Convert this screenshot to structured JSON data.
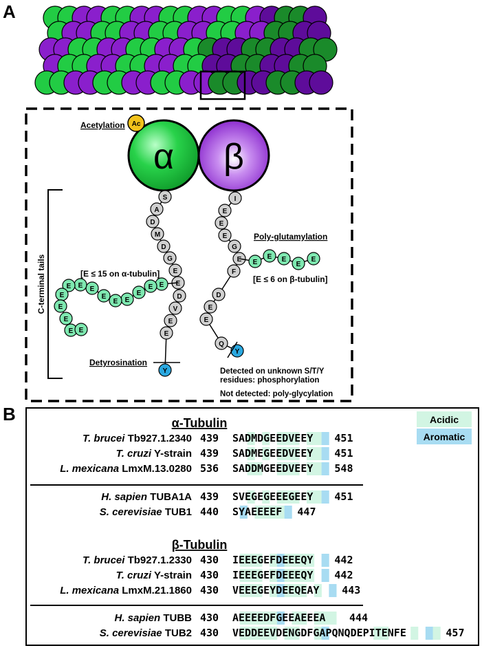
{
  "panel_a": {
    "label": "A",
    "acetylation": "Acetylation",
    "ac_badge": "Ac",
    "alpha_symbol": "α",
    "beta_symbol": "β",
    "c_terminal_tails": "C-terminal tails",
    "poly_glutamylation": "Poly-glutamylation",
    "e_alpha": "[E ≤ 15 on α-tubulin]",
    "e_beta": "[E ≤ 6 on β-tubulin]",
    "detyrosination": "Detyrosination",
    "phospho_line1": "Detected on unknown S/T/Y",
    "phospho_line2": "residues: phosphorylation",
    "not_detected": "Not detected: poly-glycylation",
    "alpha_tail": [
      "S",
      "A",
      "D",
      "M",
      "D",
      "G",
      "E",
      "E",
      "D",
      "V",
      "E",
      "E",
      "Y"
    ],
    "alpha_branch": [
      "E",
      "E",
      "E",
      "E",
      "E",
      "E",
      "E",
      "E",
      "E",
      "E",
      "E",
      "E",
      "E",
      "E",
      "E"
    ],
    "beta_tail": [
      "I",
      "E",
      "E",
      "E",
      "G",
      "E",
      "F",
      "D",
      "E",
      "E",
      "Q",
      "Y"
    ],
    "beta_branch": [
      "E",
      "E",
      "E",
      "E",
      "E",
      "E"
    ],
    "colors": {
      "alpha": "#22cc44",
      "beta": "#8a1fcc",
      "glu": "#7ee8b0",
      "tyr": "#2aa8e0",
      "residue": "#d0d0d0",
      "acetyl": "#f2c21b"
    }
  },
  "panel_b": {
    "label": "B",
    "legend": {
      "acidic": "Acidic",
      "aromatic": "Aromatic",
      "acidic_color": "#d2f5e3",
      "aromatic_color": "#a8dcf2"
    },
    "alpha_title": "α-Tubulin",
    "beta_title": "β-Tubulin",
    "alpha_rows": [
      {
        "species": "T. brucei",
        "gene": " Tb927.1.2340",
        "start": "439",
        "seq": "SADMDGEEDVEEY",
        "end": "451"
      },
      {
        "species": "T. cruzi",
        "gene": " Y-strain",
        "start": "439",
        "seq": "SADMEGEEDVEEY",
        "end": "451"
      },
      {
        "species": "L. mexicana",
        "gene": " LmxM.13.0280",
        "start": "536",
        "seq": "SADDMGEEDVEEY",
        "end": "548"
      }
    ],
    "alpha_ref_rows": [
      {
        "species": "H. sapien",
        "gene": " TUBA1A",
        "start": "439",
        "seq": "SVEGEGEEEGEEY",
        "end": "451"
      },
      {
        "species": "S. cerevisiae",
        "gene": " TUB1",
        "start": "440",
        "seq": "SYAEEEEF",
        "end": "447"
      }
    ],
    "beta_rows": [
      {
        "species": "T. brucei",
        "gene": " Tb927.1.2330",
        "start": "430",
        "seq": "IEEEGEFDEEEQY",
        "end": "442"
      },
      {
        "species": "T. cruzi",
        "gene": " Y-strain",
        "start": "430",
        "seq": "IEEEGEFDEEEQY",
        "end": "442"
      },
      {
        "species": "L. mexicana",
        "gene": " LmxM.21.1860",
        "start": "430",
        "seq": "VEEEGEYDEEQEAY",
        "end": "443"
      }
    ],
    "beta_ref_rows": [
      {
        "species": "H. sapien",
        "gene": " TUBB",
        "start": "430",
        "seq": "AEEEEDFGEEAEEEA",
        "end": "444"
      },
      {
        "species": "S. cerevisiae",
        "gene": " TUB2",
        "start": "430",
        "seq": "VEDDEEVDENGDFGAPQNQDEPITENFE",
        "end": "457"
      }
    ]
  }
}
